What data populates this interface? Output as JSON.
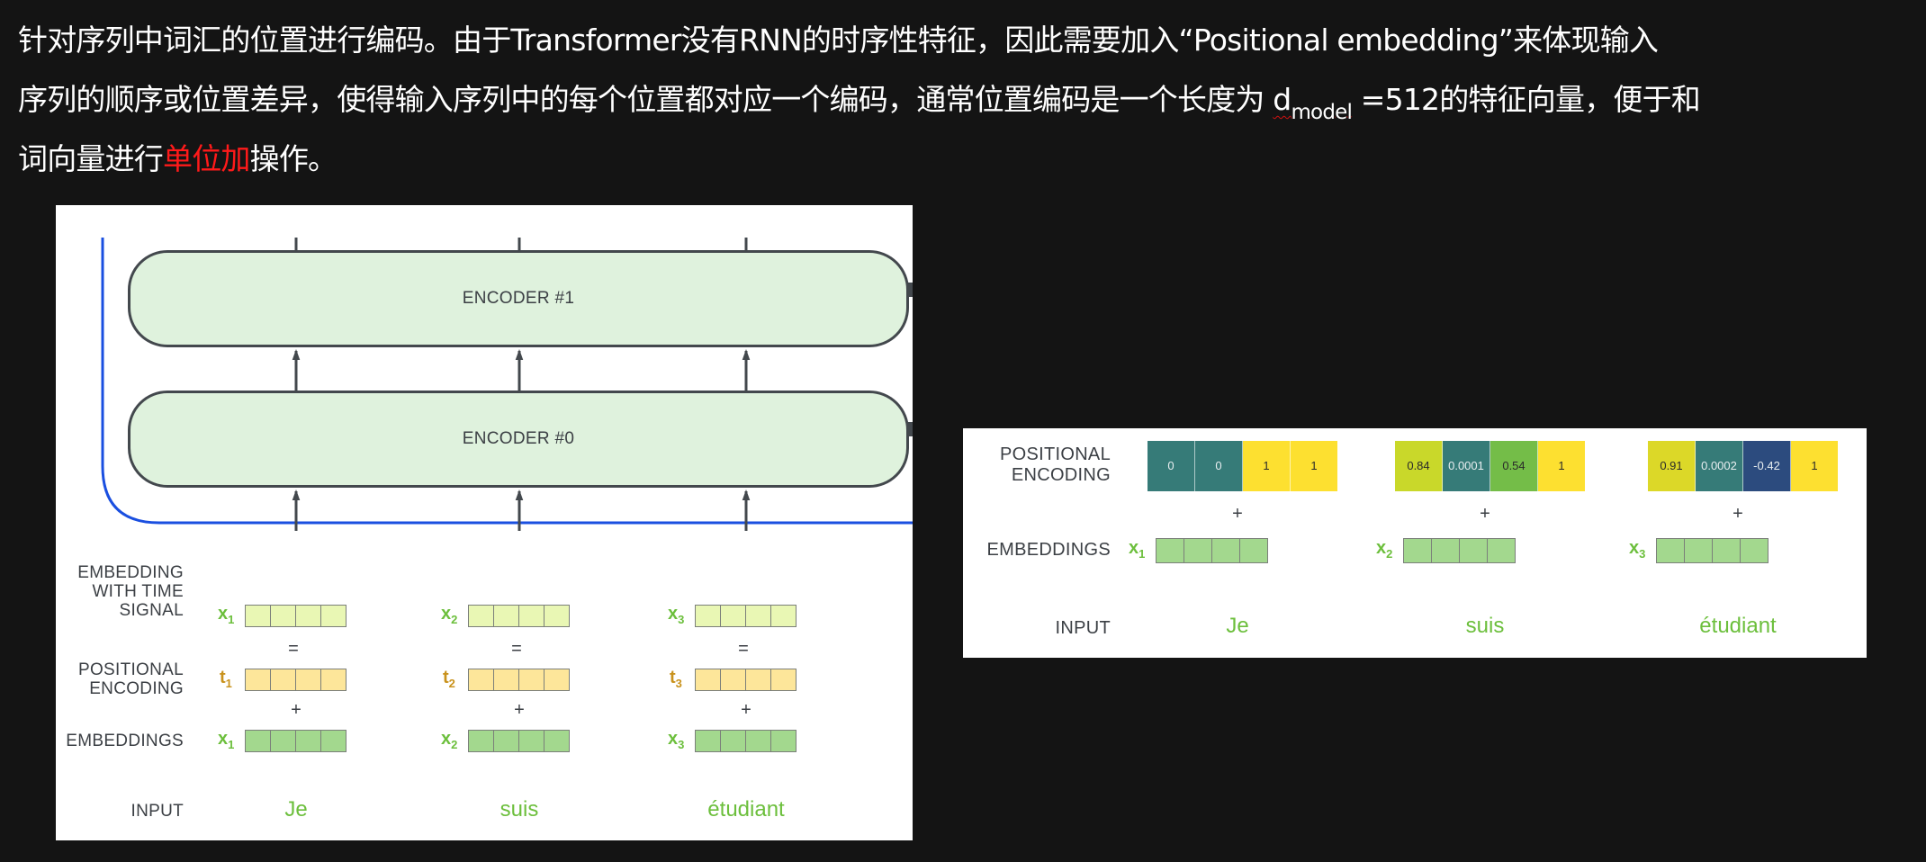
{
  "paragraph": {
    "line1": "针对序列中词汇的位置进行编码。由于Transformer没有RNN的时序性特征，因此需要加入“Positional embedding”来体现输入",
    "line2_before": "序列的顺序或位置差异，使得输入序列中的每个位置都对应一个编码，通常位置编码是一个长度为 ",
    "d_symbol": "d",
    "d_subscript": "model",
    "line2_after": " =512的特征向量，便于和",
    "line3_before": "词向量进行",
    "highlight": "单位加",
    "line3_after": "操作。",
    "highlight_color": "#ff1a1a"
  },
  "left_diagram": {
    "encoders": [
      {
        "label": "ENCODER #1"
      },
      {
        "label": "ENCODER #0"
      }
    ],
    "row_labels": {
      "embedding_with_time_signal": [
        "EMBEDDING",
        "WITH TIME",
        "SIGNAL"
      ],
      "positional_encoding": [
        "POSITIONAL",
        "ENCODING"
      ],
      "embeddings": "EMBEDDINGS",
      "input": "INPUT"
    },
    "operators": {
      "equals": "=",
      "plus": "+"
    },
    "tokens": [
      {
        "word": "Je",
        "x_sym": "x",
        "t_sym": "t",
        "index": "1"
      },
      {
        "word": "suis",
        "x_sym": "x",
        "t_sym": "t",
        "index": "2"
      },
      {
        "word": "étudiant",
        "x_sym": "x",
        "t_sym": "t",
        "index": "3"
      }
    ],
    "colors": {
      "time_signal": "#e9f7b4",
      "positional": "#fde69a",
      "embedding": "#a3d88e",
      "encoder_fill": "#dff2dd",
      "residual_line": "#1a4fe0"
    }
  },
  "right_diagram": {
    "row_labels": {
      "positional_encoding": [
        "POSITIONAL",
        "ENCODING"
      ],
      "embeddings": "EMBEDDINGS",
      "input": "INPUT"
    },
    "operators": {
      "plus": "+"
    },
    "tokens": [
      {
        "word": "Je",
        "x_sym": "x",
        "index": "1",
        "encoding": [
          {
            "value": "0",
            "color": "#367b78",
            "light": true
          },
          {
            "value": "0",
            "color": "#367b78",
            "light": true
          },
          {
            "value": "1",
            "color": "#fde030",
            "light": false
          },
          {
            "value": "1",
            "color": "#fde030",
            "light": false
          }
        ]
      },
      {
        "word": "suis",
        "x_sym": "x",
        "index": "2",
        "encoding": [
          {
            "value": "0.84",
            "color": "#c9d82a",
            "light": false
          },
          {
            "value": "0.0001",
            "color": "#367b78",
            "light": true
          },
          {
            "value": "0.54",
            "color": "#74bd48",
            "light": false
          },
          {
            "value": "1",
            "color": "#fde030",
            "light": false
          }
        ]
      },
      {
        "word": "étudiant",
        "x_sym": "x",
        "index": "3",
        "encoding": [
          {
            "value": "0.91",
            "color": "#dcd828",
            "light": false
          },
          {
            "value": "0.0002",
            "color": "#367b78",
            "light": true
          },
          {
            "value": "-0.42",
            "color": "#2c4b7e",
            "light": true
          },
          {
            "value": "1",
            "color": "#fde030",
            "light": false
          }
        ]
      }
    ]
  }
}
